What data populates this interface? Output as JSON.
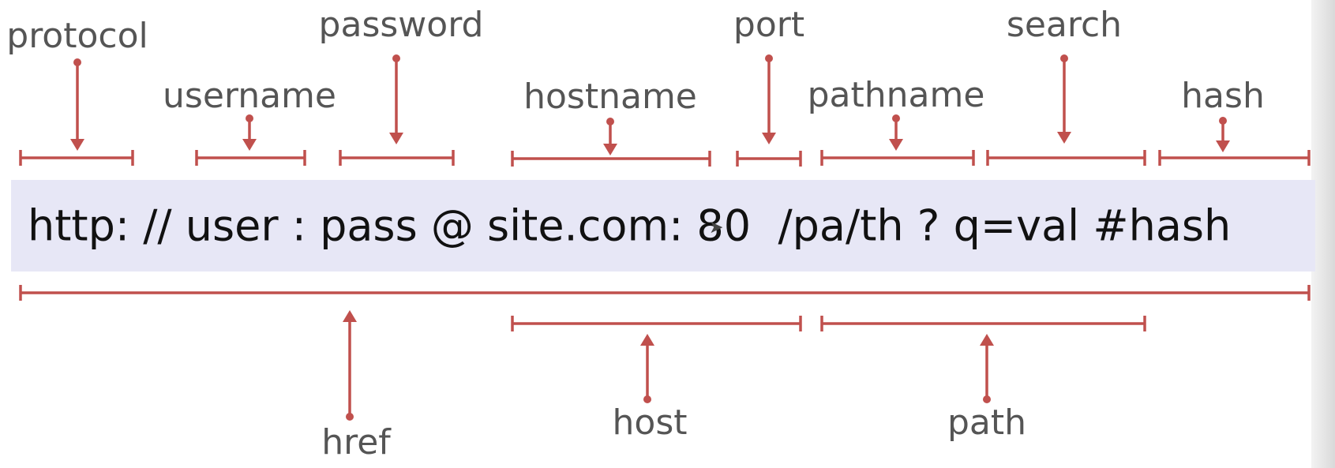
{
  "url": {
    "parts": [
      "http: // user : pass @ site.com",
      ": 80  /pa/th ? q=val #hash"
    ]
  },
  "labels": {
    "protocol": "protocol",
    "username": "username",
    "password": "password",
    "hostname": "hostname",
    "port": "port",
    "pathname": "pathname",
    "search": "search",
    "hash": "hash",
    "href": "href",
    "host": "host",
    "path": "path"
  },
  "colors": {
    "bracket": "#c0504d",
    "label_text": "#555555",
    "url_background": "#e7e7f6"
  }
}
